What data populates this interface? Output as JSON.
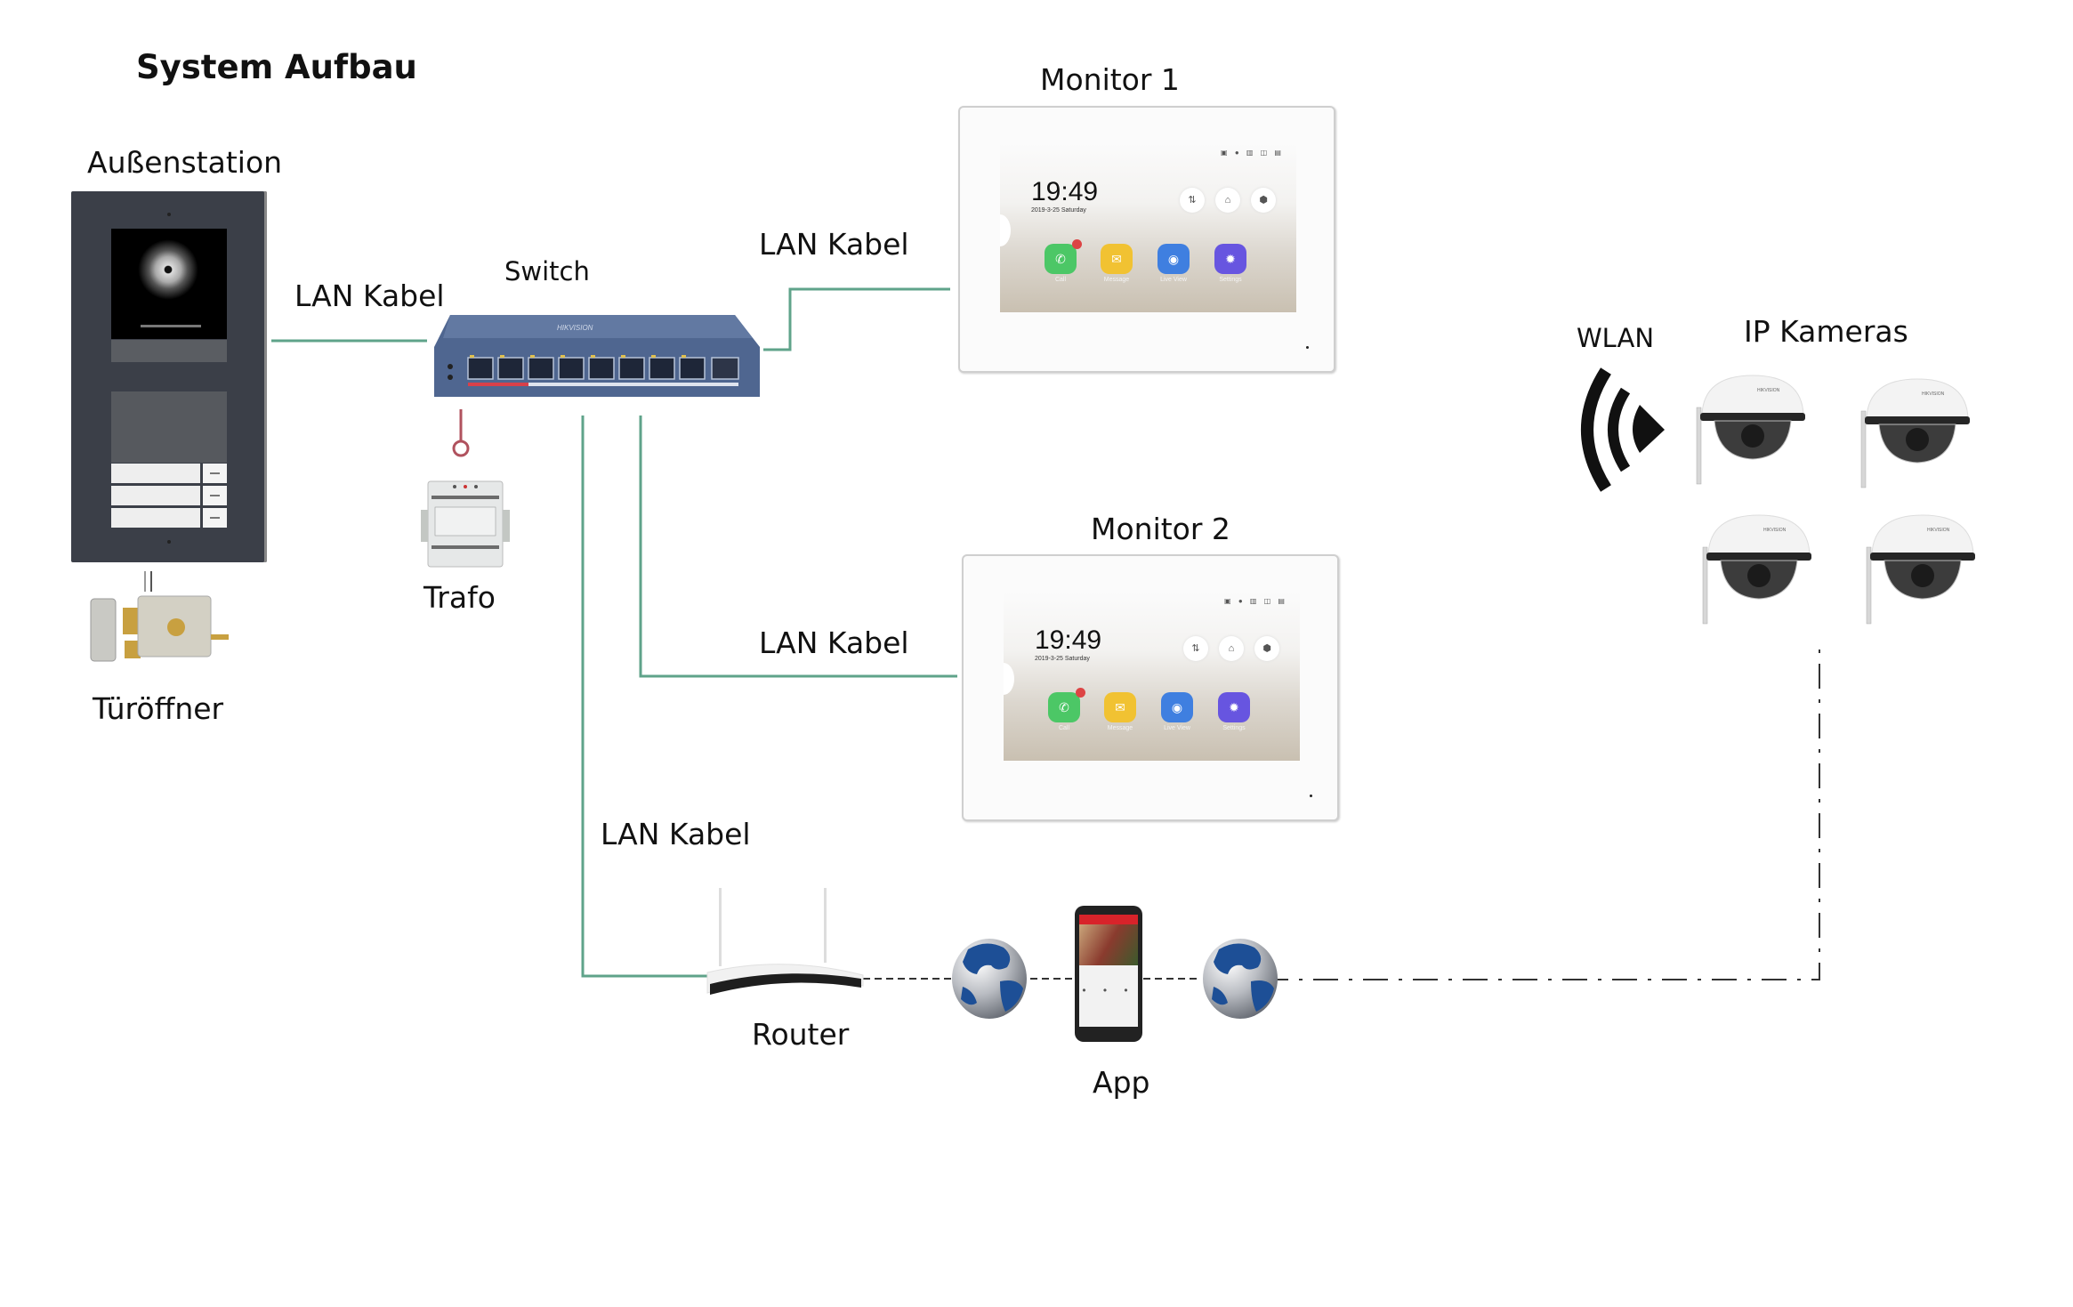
{
  "title": "System Aufbau",
  "labels": {
    "door_station": "Außenstation",
    "door_opener": "Türöffner",
    "switch": "Switch",
    "transformer": "Trafo",
    "monitor1": "Monitor 1",
    "monitor2": "Monitor 2",
    "router": "Router",
    "app": "App",
    "wlan": "WLAN",
    "ip_cameras": "IP Kameras"
  },
  "cable_labels": {
    "door_to_switch": "LAN Kabel",
    "switch_to_monitor1": "LAN Kabel",
    "switch_to_monitor2": "LAN Kabel",
    "switch_to_router": "LAN Kabel"
  },
  "monitor_screen": {
    "time": "19:49",
    "date": "2019-3-25  Saturday",
    "status_icons": "▣ ● ▥ ◫ ▤",
    "quick_buttons": [
      "⇅",
      "⌂",
      "⬢"
    ],
    "apps": [
      {
        "label": "Call",
        "icon": "✆",
        "color": "#4cc766"
      },
      {
        "label": "Message",
        "icon": "✉",
        "color": "#f1c232"
      },
      {
        "label": "Live View",
        "icon": "◉",
        "color": "#3f7fe0"
      },
      {
        "label": "Settings",
        "icon": "✹",
        "color": "#6755e0"
      }
    ]
  },
  "phone": {
    "dots": "• • •"
  },
  "colors": {
    "lan_cable": "#5fa38a",
    "power_cable": "#b0525e",
    "internet_link": "#333333",
    "switch_body": "#4f6690",
    "door_station": "#3b3f48"
  },
  "camera_count": 4
}
